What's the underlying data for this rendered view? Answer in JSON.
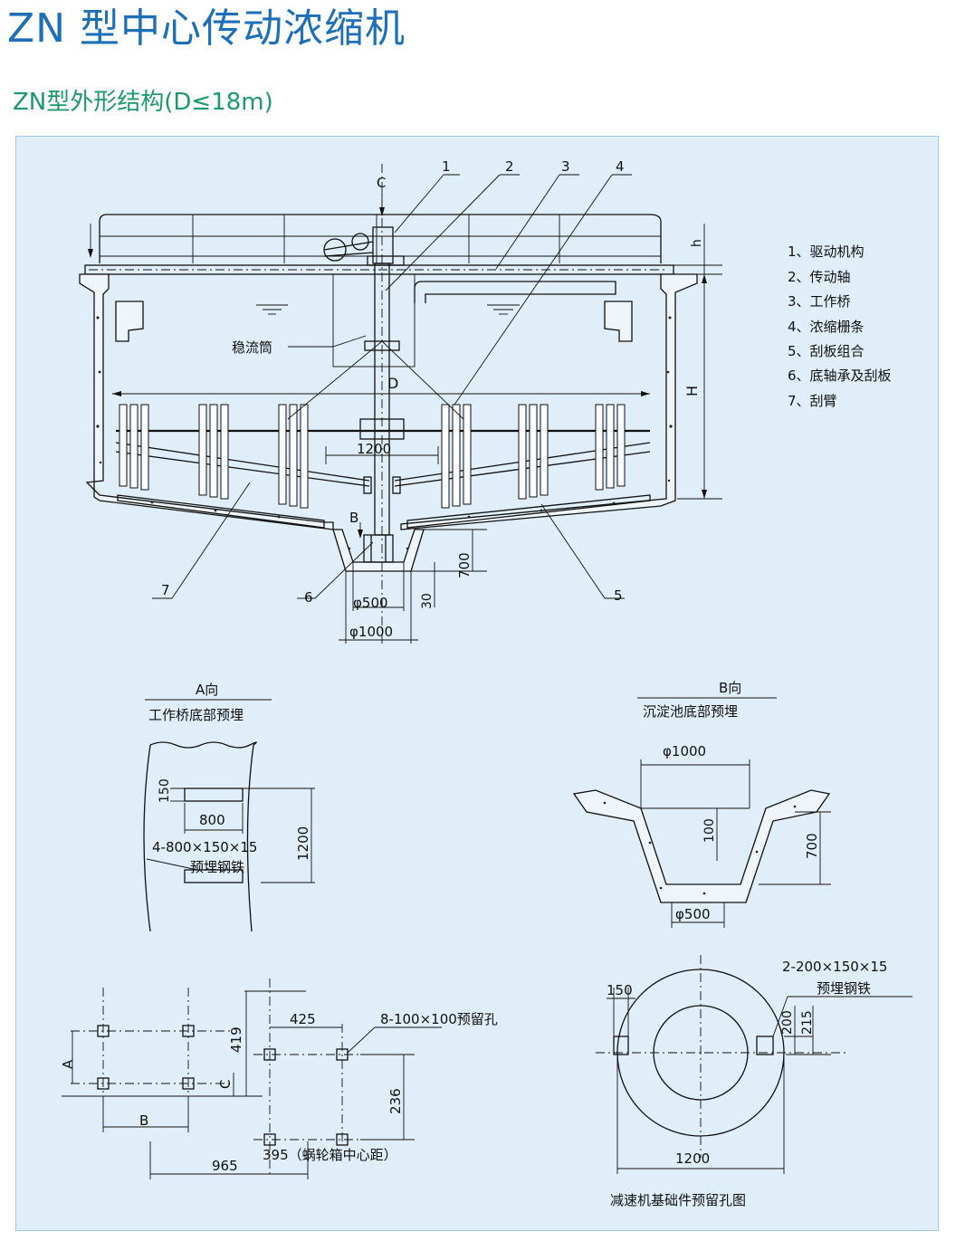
{
  "header": {
    "title": "ZN 型中心传动浓缩机",
    "subtitle": "ZN型外形结构(D≤18m)"
  },
  "main_view": {
    "callouts": [
      "1",
      "2",
      "3",
      "4",
      "5",
      "6",
      "7"
    ],
    "view_marks": {
      "c": "C",
      "b": "B"
    },
    "labels": {
      "stilling_well": "稳流筒",
      "D": "D",
      "H": "H",
      "h": "h",
      "d1200": "1200",
      "d700": "700",
      "d30": "30",
      "phi500": "φ500",
      "phi1000": "φ1000"
    },
    "legend": [
      "1、驱动机构",
      "2、传动轴",
      "3、工作桥",
      "4、浓缩栅条",
      "5、刮板组合",
      "6、底轴承及刮板",
      "7、刮臂"
    ]
  },
  "view_a": {
    "title": "A向",
    "caption": "工作桥底部预埋",
    "d150": "150",
    "d800": "800",
    "d1200": "1200",
    "spec": "4-800×150×15",
    "spec_name": "预埋钢铁"
  },
  "view_b": {
    "title": "B向",
    "caption": "沉淀池底部预埋",
    "phi1000": "φ1000",
    "d100": "100",
    "d700": "700",
    "phi500": "φ500"
  },
  "anchor_plan": {
    "A": "A",
    "B": "B",
    "C": "C",
    "d425": "425",
    "d419": "419",
    "d236": "236",
    "d965": "965",
    "note_395": "395（蜗轮箱中心距）",
    "holes": "8-100×100预留孔"
  },
  "reducer_plan": {
    "d150": "150",
    "d200": "200",
    "d215": "215",
    "d1200": "1200",
    "spec": "2-200×150×15",
    "spec_name": "预埋钢铁",
    "caption": "减速机基础件预留孔图"
  }
}
